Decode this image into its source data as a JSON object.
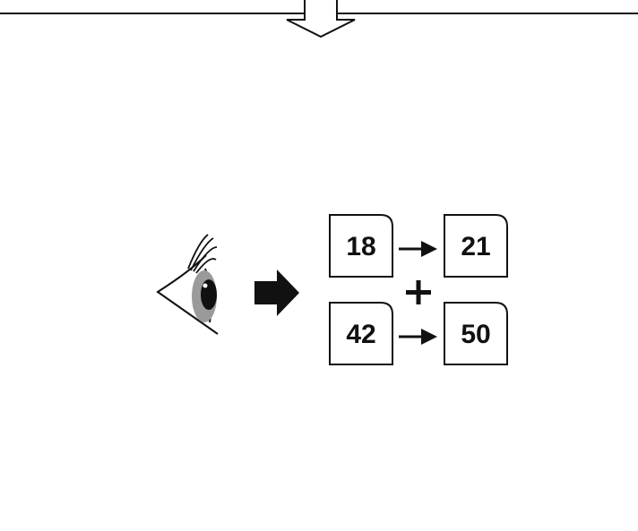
{
  "diagram": {
    "rows": [
      {
        "from": "18",
        "to": "21"
      },
      {
        "from": "42",
        "to": "50"
      }
    ],
    "operator": "+"
  },
  "icons": {
    "top": "down-arrow-icon",
    "viewer": "eye-icon",
    "flow": "right-arrow-icon"
  },
  "colors": {
    "ink": "#111111",
    "iris": "#9a9a9a"
  }
}
